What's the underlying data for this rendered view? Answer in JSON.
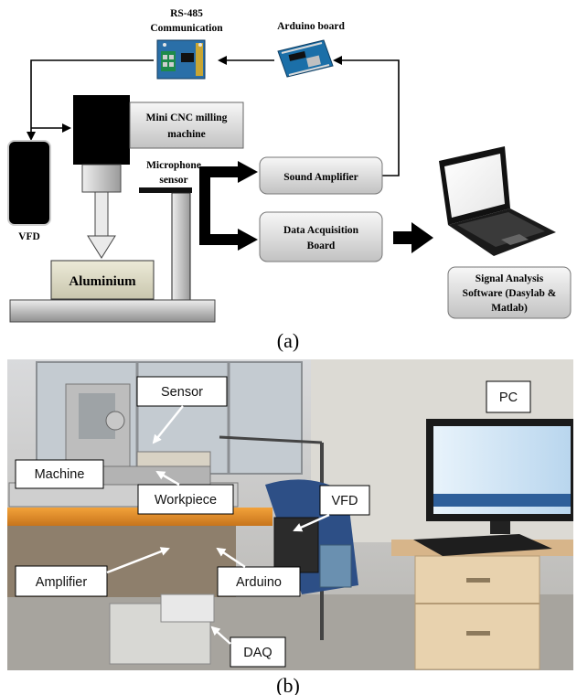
{
  "part_a": {
    "rs485": [
      "RS-485",
      "Communication"
    ],
    "arduino": "Arduino board",
    "cnc": [
      "Mini CNC milling",
      "machine"
    ],
    "microphone": [
      "Microphone",
      "sensor"
    ],
    "vfd": "VFD",
    "workpiece": "Aluminium",
    "amplifier": "Sound Amplifier",
    "daq": [
      "Data Acquisition",
      "Board"
    ],
    "software": [
      "Signal Analysis",
      "Software (Dasylab &",
      "Matlab)"
    ],
    "caption": "(a)"
  },
  "part_b": {
    "labels": {
      "sensor": "Sensor",
      "pc": "PC",
      "machine": "Machine",
      "workpiece": "Workpiece",
      "vfd": "VFD",
      "amplifier": "Amplifier",
      "arduino": "Arduino",
      "daq": "DAQ"
    },
    "caption": "(b)"
  },
  "colors": {
    "box_gradient_top": "#f4f4f4",
    "box_gradient_bottom": "#c4c4c4",
    "wire": "#000000",
    "board_green": "#1f7a52",
    "arduino_blue": "#1b6fa8"
  }
}
